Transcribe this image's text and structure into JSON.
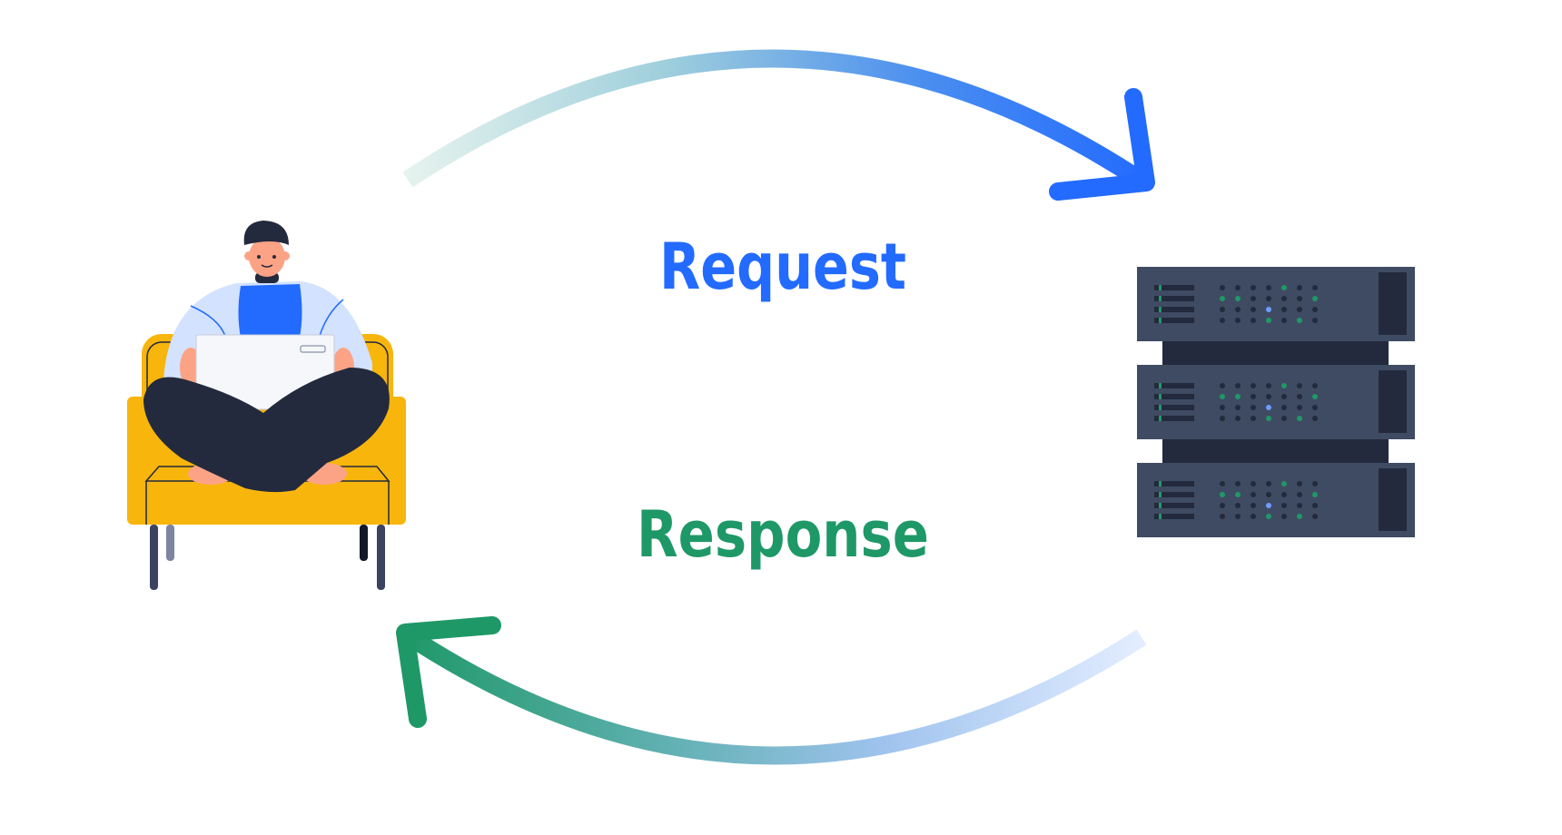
{
  "labels": {
    "request": "Request",
    "response": "Response"
  },
  "colors": {
    "request": "#236bfe",
    "response": "#1f9868",
    "server_body": "#3f4b62",
    "server_dark": "#232a3d",
    "led_green": "#1f9868",
    "led_blue": "#6f9cff",
    "chair": "#f8b50c",
    "pants": "#232a3d",
    "shirt": "#236bfe",
    "jacket": "#d3e2ff",
    "skin": "#fca386"
  },
  "icons": {
    "client": "person-with-laptop-on-chair",
    "server": "server-rack-icon",
    "request_arrow": "curved-arrow-right",
    "response_arrow": "curved-arrow-left"
  }
}
